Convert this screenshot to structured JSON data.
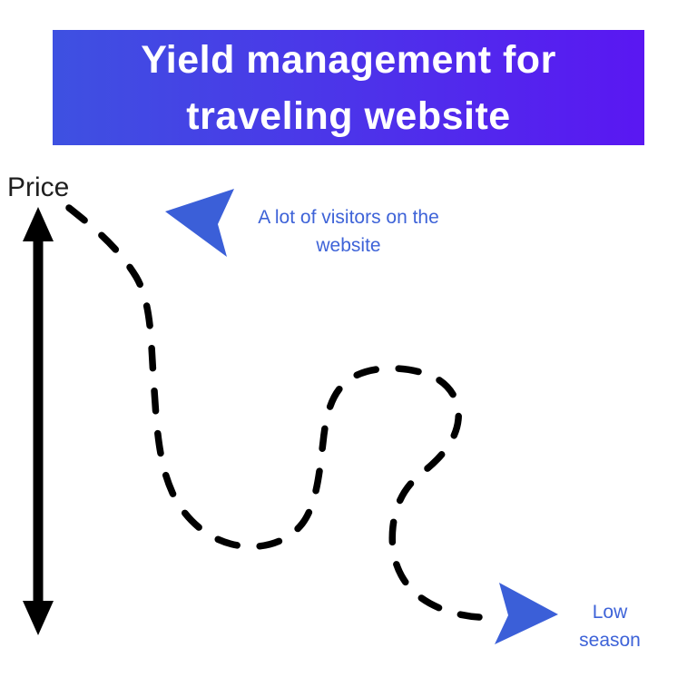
{
  "banner": {
    "title_line1": "Yield management for",
    "title_line2": "traveling website",
    "bg_gradient_start": "#3e51e1",
    "bg_gradient_end": "#5a17f2",
    "text_color": "#ffffff"
  },
  "axis": {
    "label": "Price",
    "arrow_style": "double-headed-vertical",
    "color": "#000000"
  },
  "curve": {
    "style": "dashed",
    "color": "#000000",
    "description": "hand-drawn dashed squiggle from high price (top left) looping down to low price (bottom right)"
  },
  "annotations": [
    {
      "text": "A lot of visitors on the website",
      "icon": "cursor-arrow-left",
      "color": "#3e63d8",
      "arrow_fill": "#3b5fd8"
    },
    {
      "text": "Low season",
      "icon": "cursor-arrow-right",
      "color": "#3e63d8",
      "arrow_fill": "#3b5fd8"
    }
  ]
}
